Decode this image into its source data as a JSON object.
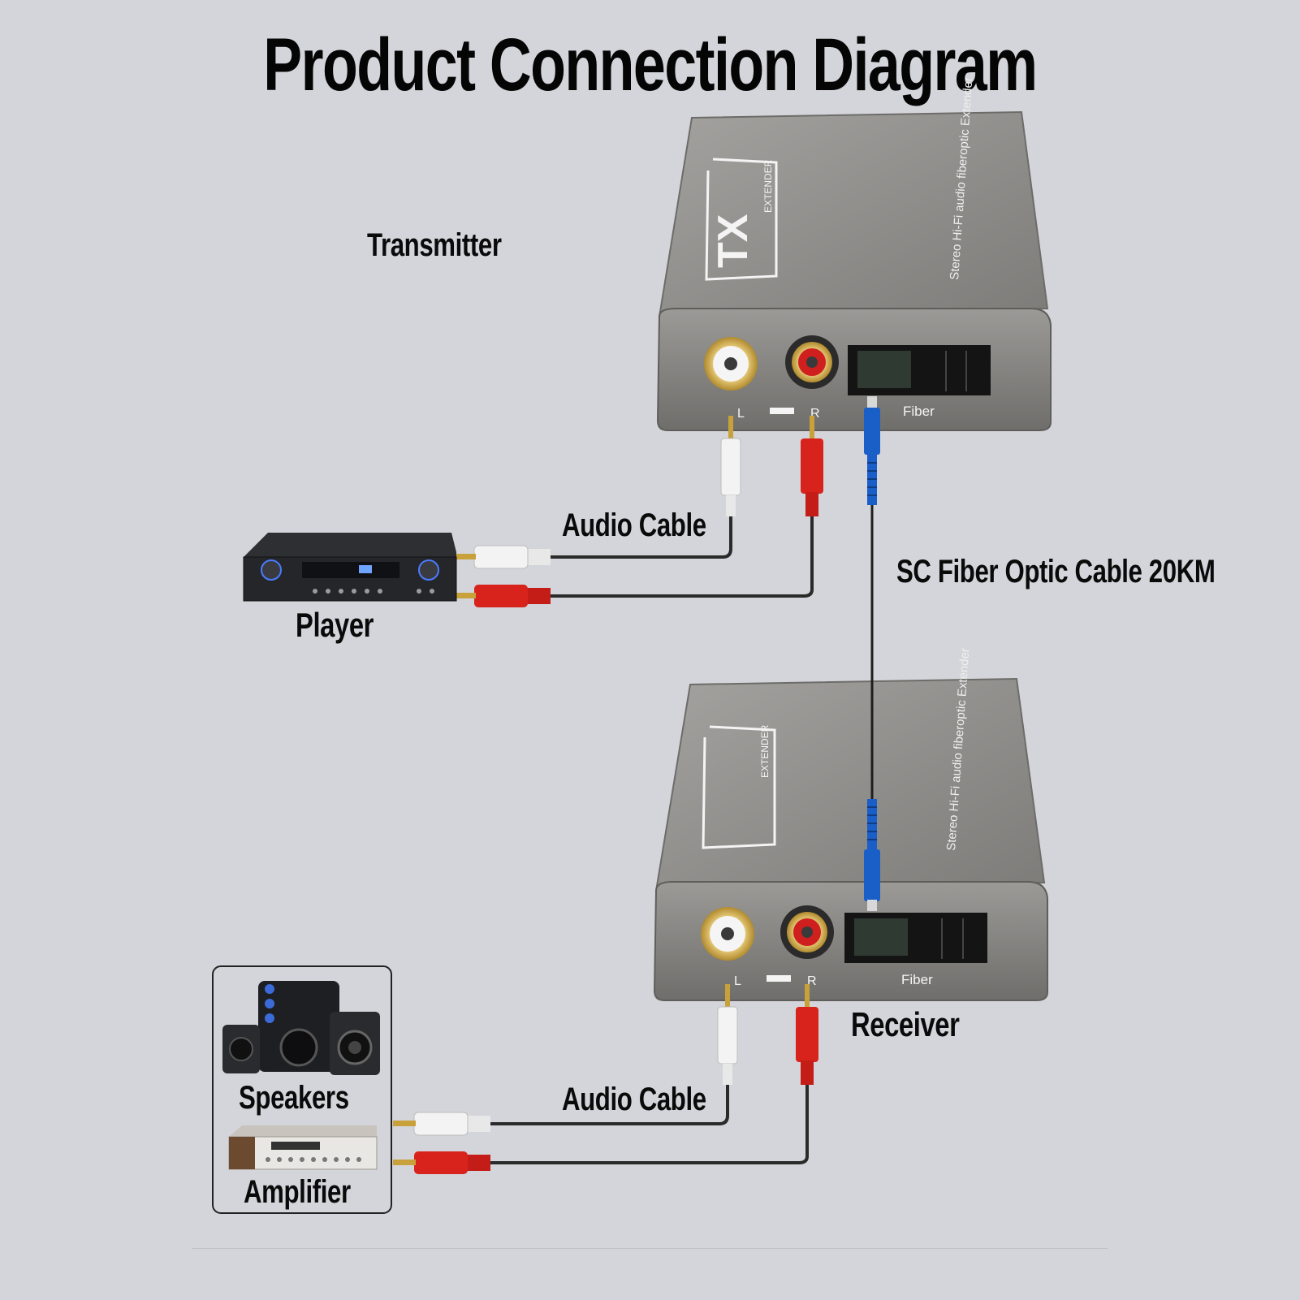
{
  "title": "Product Connection Diagram",
  "labels": {
    "transmitter": "Transmitter",
    "receiver": "Receiver",
    "player": "Player",
    "speakers": "Speakers",
    "amplifier": "Amplifier",
    "audio_cable_top": "Audio Cable",
    "audio_cable_bottom": "Audio Cable",
    "fiber_cable": "SC Fiber Optic Cable 20KM"
  },
  "transmitter_unit": {
    "badge": "TX",
    "badge_sub": "EXTENDER",
    "side_text": "Stereo Hi-Fi audio fiberoptic Extender",
    "port_left": "L",
    "port_right": "R",
    "port_fiber": "Fiber"
  },
  "receiver_unit": {
    "badge_sub": "EXTENDER",
    "side_text": "Stereo Hi-Fi audio fiberoptic Extender",
    "port_left": "L",
    "port_right": "R",
    "port_fiber": "Fiber"
  },
  "colors": {
    "background": "#d4d5da",
    "device_body": "#8e8d8a",
    "rca_left": "#f2f2f2",
    "rca_right": "#d8231c",
    "fiber_connector": "#1a5fc8",
    "cable": "#2a2a2a"
  }
}
